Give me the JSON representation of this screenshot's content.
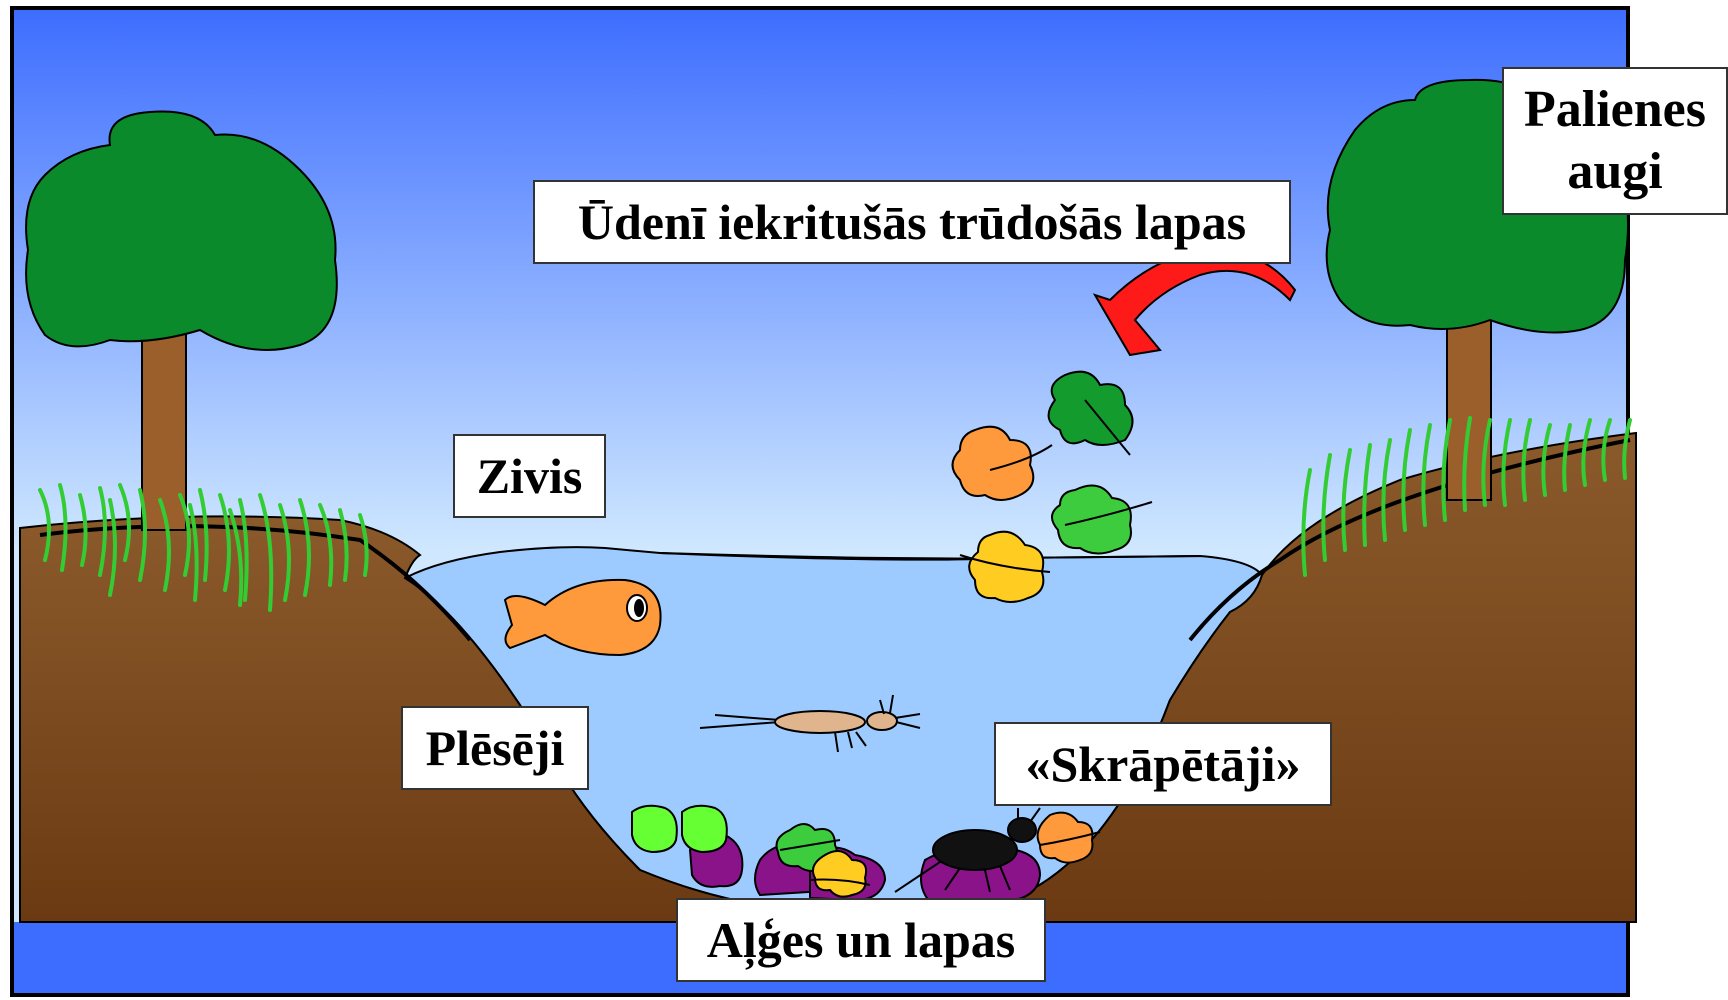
{
  "labels": {
    "floodplain_plants": [
      "Palienes",
      "augi"
    ],
    "fallen_leaves": "Ūdenī iekritušās trūdošās lapas",
    "fish": "Zivis",
    "predators": "Plēsēji",
    "scrapers": "«Skrāpētāji»",
    "algae_and_leaves": "Aļģes un lapas"
  },
  "colors": {
    "sky_top": "#3d6dff",
    "sky_bottom": "#cfe8ff",
    "water": "#9ecbff",
    "soil_top": "#8b5a2b",
    "soil_bottom": "#6b3a12",
    "tree_foliage": "#0a8a2a",
    "tree_trunk": "#9b5f2c",
    "grass": "#33cc33",
    "arrow": "#ff1a1a",
    "fish": "#ff9a3c",
    "leaf_orange": "#ff9a3c",
    "leaf_green_dark": "#149b2e",
    "leaf_green_light": "#3dcc3d",
    "leaf_yellow": "#ffcc22",
    "algae_purple": "#8a138a",
    "algae_green": "#66ff33",
    "beetle": "#111111",
    "larva": "#e0b48c"
  },
  "icons": [
    "tree-icon",
    "fish-icon",
    "leaf-icon",
    "beetle-icon",
    "larva-icon",
    "curved-arrow-icon",
    "algae-icon"
  ]
}
